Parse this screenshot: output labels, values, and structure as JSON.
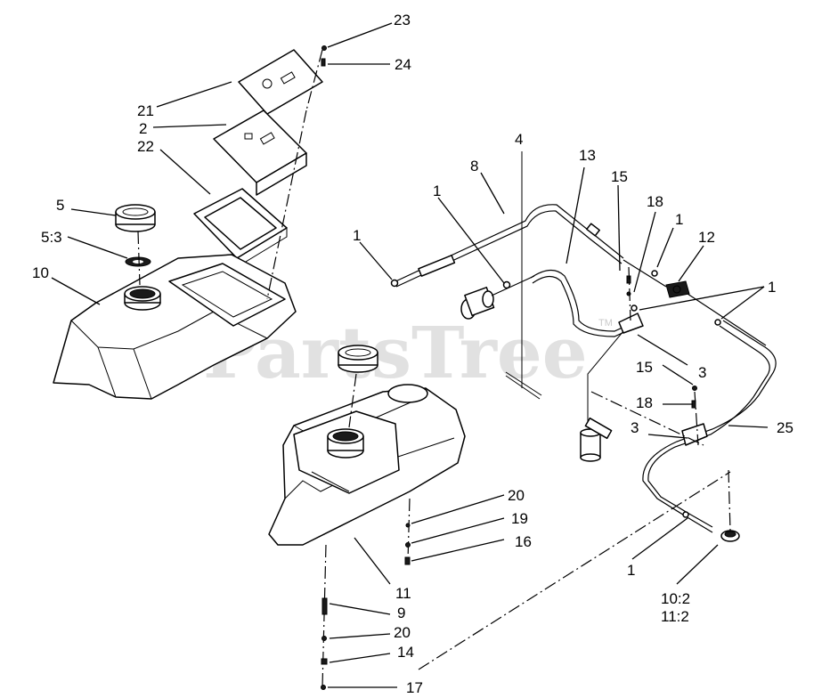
{
  "watermark": {
    "text": "PartsTree",
    "tm": "TM"
  },
  "callouts": [
    {
      "id": "c23",
      "label": "23"
    },
    {
      "id": "c24",
      "label": "24"
    },
    {
      "id": "c21",
      "label": "21"
    },
    {
      "id": "c2",
      "label": "2"
    },
    {
      "id": "c22",
      "label": "22"
    },
    {
      "id": "c5",
      "label": "5"
    },
    {
      "id": "c5_3",
      "label": "5:3"
    },
    {
      "id": "c10",
      "label": "10"
    },
    {
      "id": "c4",
      "label": "4"
    },
    {
      "id": "c8",
      "label": "8"
    },
    {
      "id": "c13",
      "label": "13"
    },
    {
      "id": "c15a",
      "label": "15"
    },
    {
      "id": "c1a",
      "label": "1"
    },
    {
      "id": "c1b",
      "label": "1"
    },
    {
      "id": "c18a",
      "label": "18"
    },
    {
      "id": "c1c",
      "label": "1"
    },
    {
      "id": "c12",
      "label": "12"
    },
    {
      "id": "c1d",
      "label": "1"
    },
    {
      "id": "c3a",
      "label": "3"
    },
    {
      "id": "c15b",
      "label": "15"
    },
    {
      "id": "c18b",
      "label": "18"
    },
    {
      "id": "c3b",
      "label": "3"
    },
    {
      "id": "c25",
      "label": "25"
    },
    {
      "id": "c20a",
      "label": "20"
    },
    {
      "id": "c19",
      "label": "19"
    },
    {
      "id": "c16",
      "label": "16"
    },
    {
      "id": "c1e",
      "label": "1"
    },
    {
      "id": "c11",
      "label": "11"
    },
    {
      "id": "c9",
      "label": "9"
    },
    {
      "id": "c20b",
      "label": "20"
    },
    {
      "id": "c14",
      "label": "14"
    },
    {
      "id": "c17",
      "label": "17"
    },
    {
      "id": "c10_2",
      "label": "10:2"
    },
    {
      "id": "c11_2",
      "label": "11:2"
    }
  ]
}
